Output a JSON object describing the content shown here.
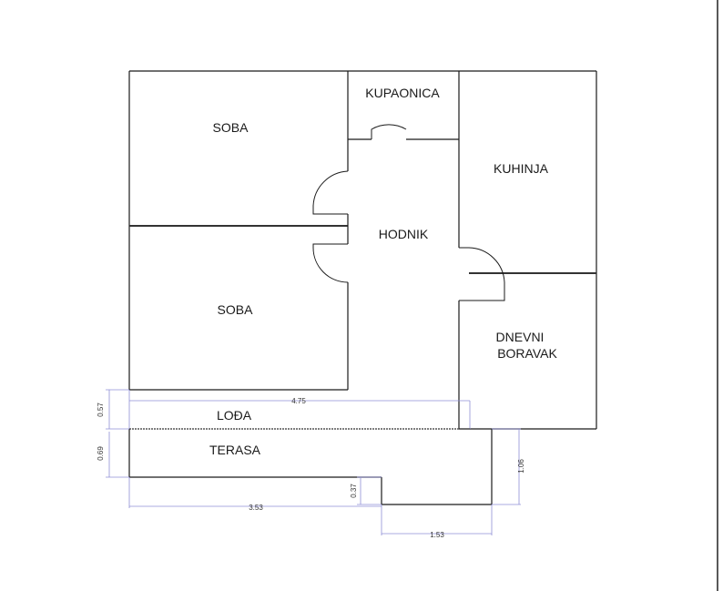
{
  "rooms": {
    "soba_top": "SOBA",
    "kupaonica": "KUPAONICA",
    "kuhinja": "KUHINJA",
    "hodnik": "HODNIK",
    "soba_bottom": "SOBA",
    "dnevni_line1": "DNEVNI",
    "dnevni_line2": "BORAVAK",
    "lodja": "LOĐA",
    "terasa": "TERASA"
  },
  "dimensions": {
    "lodja_width": "4.75",
    "lodja_depth": "0.57",
    "terasa_depth": "0.69",
    "terasa_width": "3.53",
    "step_depth": "0.37",
    "terasa_right_depth": "1.06",
    "terasa_right_width": "1.53"
  },
  "colors": {
    "wall": "#1a1a1a",
    "dimension": "#8f8fd6"
  }
}
